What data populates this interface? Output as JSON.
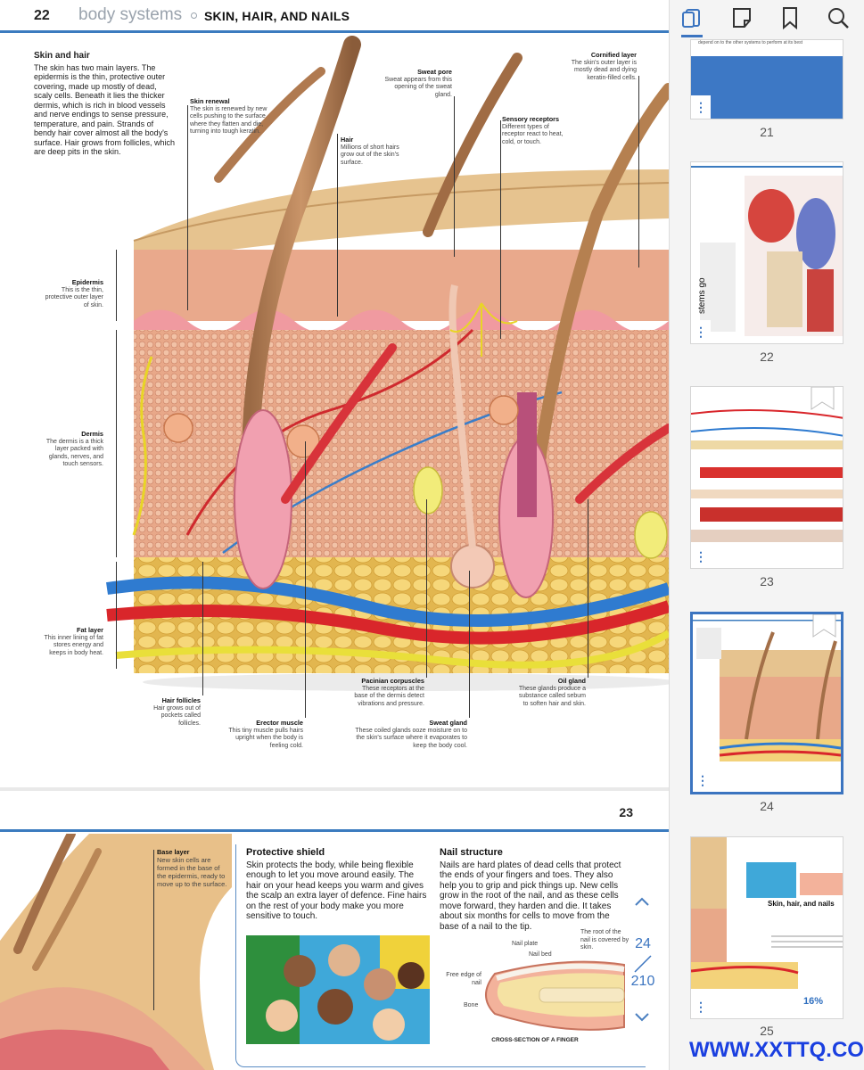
{
  "colors": {
    "accent": "#3b74c0",
    "rule": "#3b7bbf"
  },
  "page22": {
    "header": {
      "page_number": "22",
      "section": "body systems",
      "title": "SKIN, HAIR, AND NAILS"
    },
    "intro": {
      "heading": "Skin and hair",
      "body": "The skin has two main layers. The epidermis is the thin, protective outer covering, made up mostly of dead, scaly cells. Beneath it lies the thicker dermis, which is rich in blood vessels and nerve endings to sense pressure, temperature, and pain. Strands of bendy hair cover almost all the body's surface. Hair grows from follicles, which are deep pits in the skin."
    },
    "labels": {
      "skin_renewal": {
        "title": "Skin renewal",
        "text": "The skin is renewed by new cells pushing to the surface where they flatten and die, turning into tough keratin."
      },
      "hair": {
        "title": "Hair",
        "text": "Millions of short hairs grow out of the skin's surface."
      },
      "sweat_pore": {
        "title": "Sweat pore",
        "text": "Sweat appears from this opening of the sweat gland."
      },
      "sensory_receptors": {
        "title": "Sensory receptors",
        "text": "Different types of receptor react to heat, cold, or touch."
      },
      "cornified_layer": {
        "title": "Cornified layer",
        "text": "The skin's outer layer is mostly dead and dying keratin-filled cells."
      },
      "epidermis": {
        "title": "Epidermis",
        "text": "This is the thin, protective outer layer of skin."
      },
      "dermis": {
        "title": "Dermis",
        "text": "The dermis is a thick layer packed with glands, nerves, and touch sensors."
      },
      "fat_layer": {
        "title": "Fat layer",
        "text": "This inner lining of fat stores energy and keeps in body heat."
      },
      "hair_follicles": {
        "title": "Hair follicles",
        "text": "Hair grows out of pockets called follicles."
      },
      "erector_muscle": {
        "title": "Erector muscle",
        "text": "This tiny muscle pulls hairs upright when the body is feeling cold."
      },
      "pacinian": {
        "title": "Pacinian corpuscles",
        "text": "These receptors at the base of the dermis detect vibrations and pressure."
      },
      "sweat_gland": {
        "title": "Sweat gland",
        "text": "These coiled glands ooze moisture on to the skin's surface where it evaporates to keep the body cool."
      },
      "oil_gland": {
        "title": "Oil gland",
        "text": "These glands produce a substance called sebum to soften hair and skin."
      }
    }
  },
  "page23": {
    "page_number": "23",
    "base_layer": {
      "title": "Base layer",
      "text": "New skin cells are formed in the base of the epidermis, ready to move up to the surface."
    },
    "protective": {
      "heading": "Protective shield",
      "body": "Skin protects the body, while being flexible enough to let you move around easily. The hair on your head keeps you warm and gives the scalp an extra layer of defence. Fine hairs on the rest of your body make you more sensitive to touch."
    },
    "nail": {
      "heading": "Nail structure",
      "body": "Nails are hard plates of dead cells that protect the ends of your fingers and toes. They also help you to grip and pick things up. New cells grow in the root of the nail, and as these cells move forward, they harden and die. It takes about six months for cells to move from the base of a nail to the tip."
    },
    "finger": {
      "nail_plate": "Nail plate",
      "nail_bed": "Nail bed",
      "root": "The root of the nail is covered by skin.",
      "free_edge": "Free edge of nail",
      "bone": "Bone",
      "caption": "CROSS-SECTION OF A FINGER"
    }
  },
  "pager": {
    "current": "24",
    "total": "210"
  },
  "sidebar": {
    "tabs": [
      "thumbnails-icon",
      "notes-icon",
      "bookmark-icon",
      "search-icon"
    ],
    "top_snippet": "depend on to the other systems to perform at its best",
    "thumbs": [
      {
        "label": "21"
      },
      {
        "label": "22"
      },
      {
        "label": "23"
      },
      {
        "label": "24",
        "selected": true
      },
      {
        "label": "25",
        "title": "Skin, hair, and nails",
        "stat": "16%"
      }
    ]
  },
  "watermark": "WWW.XXTTQ.COM"
}
